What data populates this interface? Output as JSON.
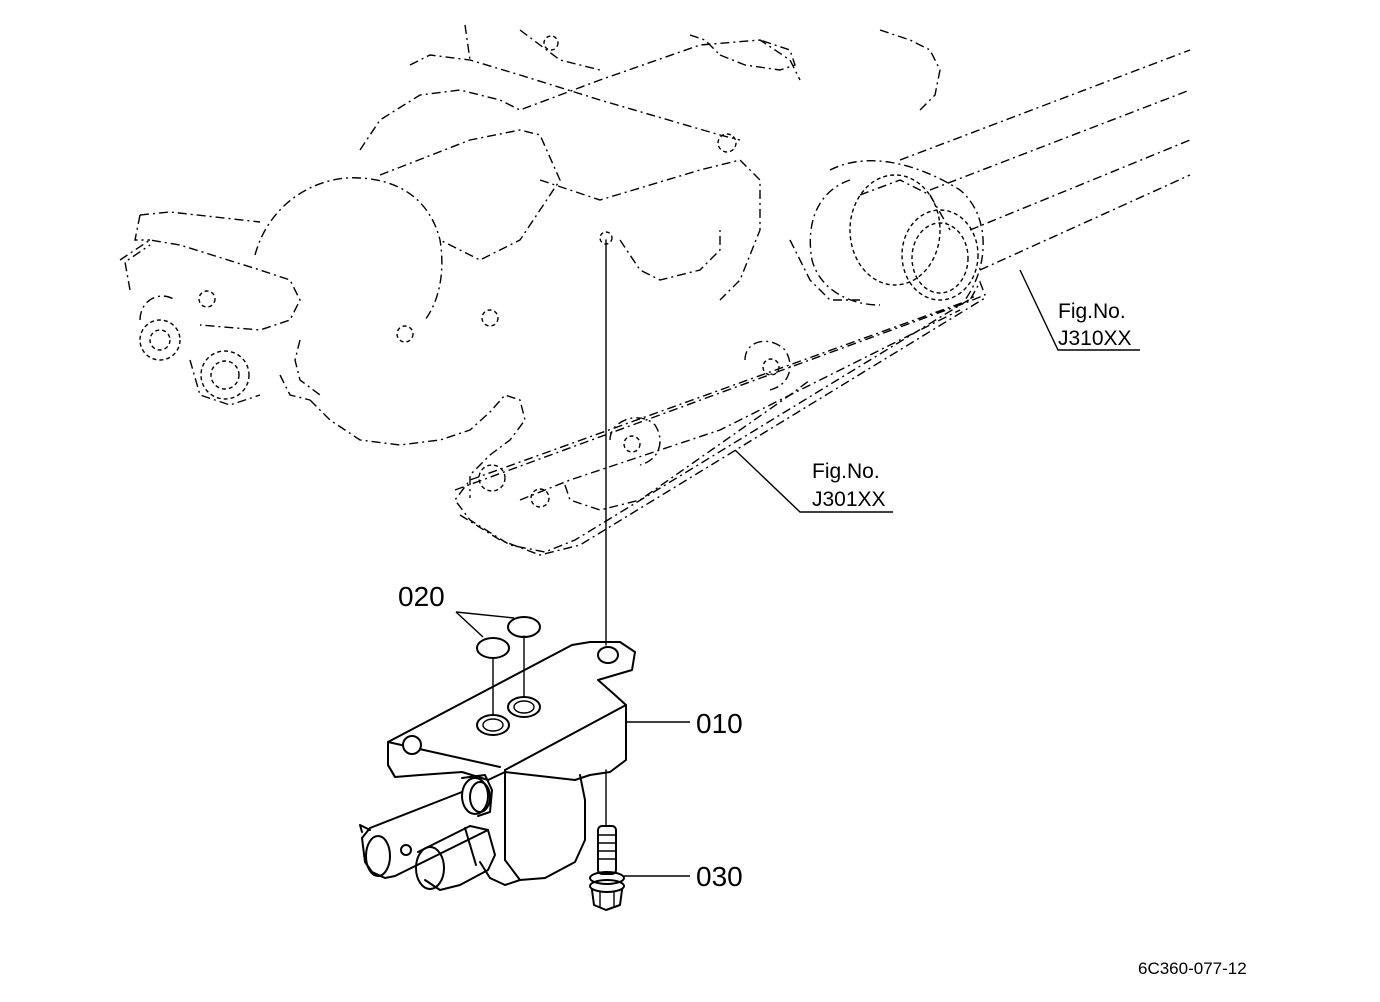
{
  "diagram": {
    "part_labels": {
      "p010": "010",
      "p020": "020",
      "p030": "030"
    },
    "references": [
      {
        "line1": "Fig.No.",
        "line2": "J310XX"
      },
      {
        "line1": "Fig.No.",
        "line2": "J301XX"
      }
    ],
    "drawing_code": "6C360-077-12"
  }
}
